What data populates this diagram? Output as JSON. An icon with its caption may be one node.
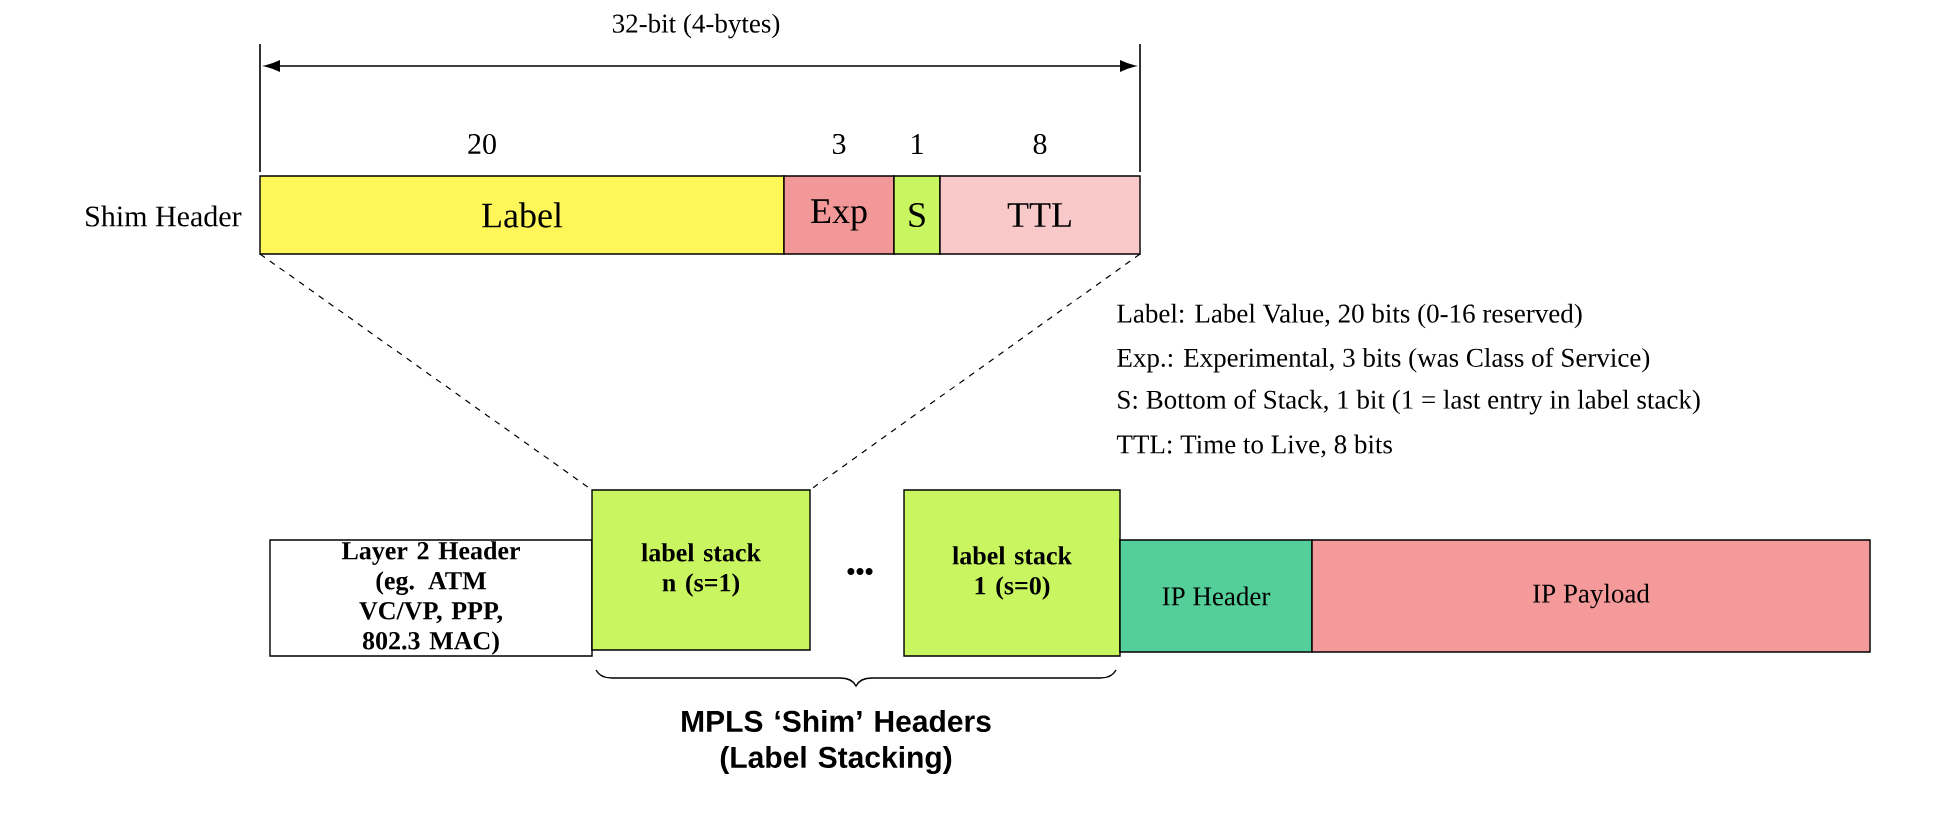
{
  "diagram": {
    "nodes": [
      {
        "text": [
          "Label"
        ],
        "beside": [
          "20"
        ]
      },
      {
        "text": [
          "Exp"
        ],
        "beside": [
          "3"
        ]
      },
      {
        "text": [
          "S"
        ],
        "beside": [
          "1"
        ]
      },
      {
        "text": [
          "TTL"
        ],
        "beside": [
          "8"
        ]
      },
      {
        "text": [
          "Layer 2 Header (eg. ATM VC/VP, PPP, 802.3 MAC)"
        ]
      },
      {
        "text": [
          "label stack n (s=1)"
        ]
      },
      {
        "text": [
          "label stack 1 (s=0)"
        ]
      },
      {
        "text": [
          "IP Header"
        ]
      },
      {
        "text": [
          "IP Payload"
        ]
      }
    ],
    "edges": [
      {
        "from": 0,
        "to": 5,
        "arrow": "none",
        "style": "dashed"
      },
      {
        "from": 3,
        "to": 5,
        "arrow": "none",
        "style": "dashed"
      }
    ],
    "labels": [
      "32-bit (4-bytes)",
      "Shim Header",
      "Label:  Label Value, 20 bits  (0-16 reserved)",
      "Exp.: Experimental, 3 bits (was Class of Service)",
      "S: Bottom of Stack,  1 bit   (1 = last entry in label stack)",
      "TTL: Time to Live, 8 bits",
      "•••",
      "MPLS ‘Shim’ Headers (Label Stacking)"
    ]
  }
}
